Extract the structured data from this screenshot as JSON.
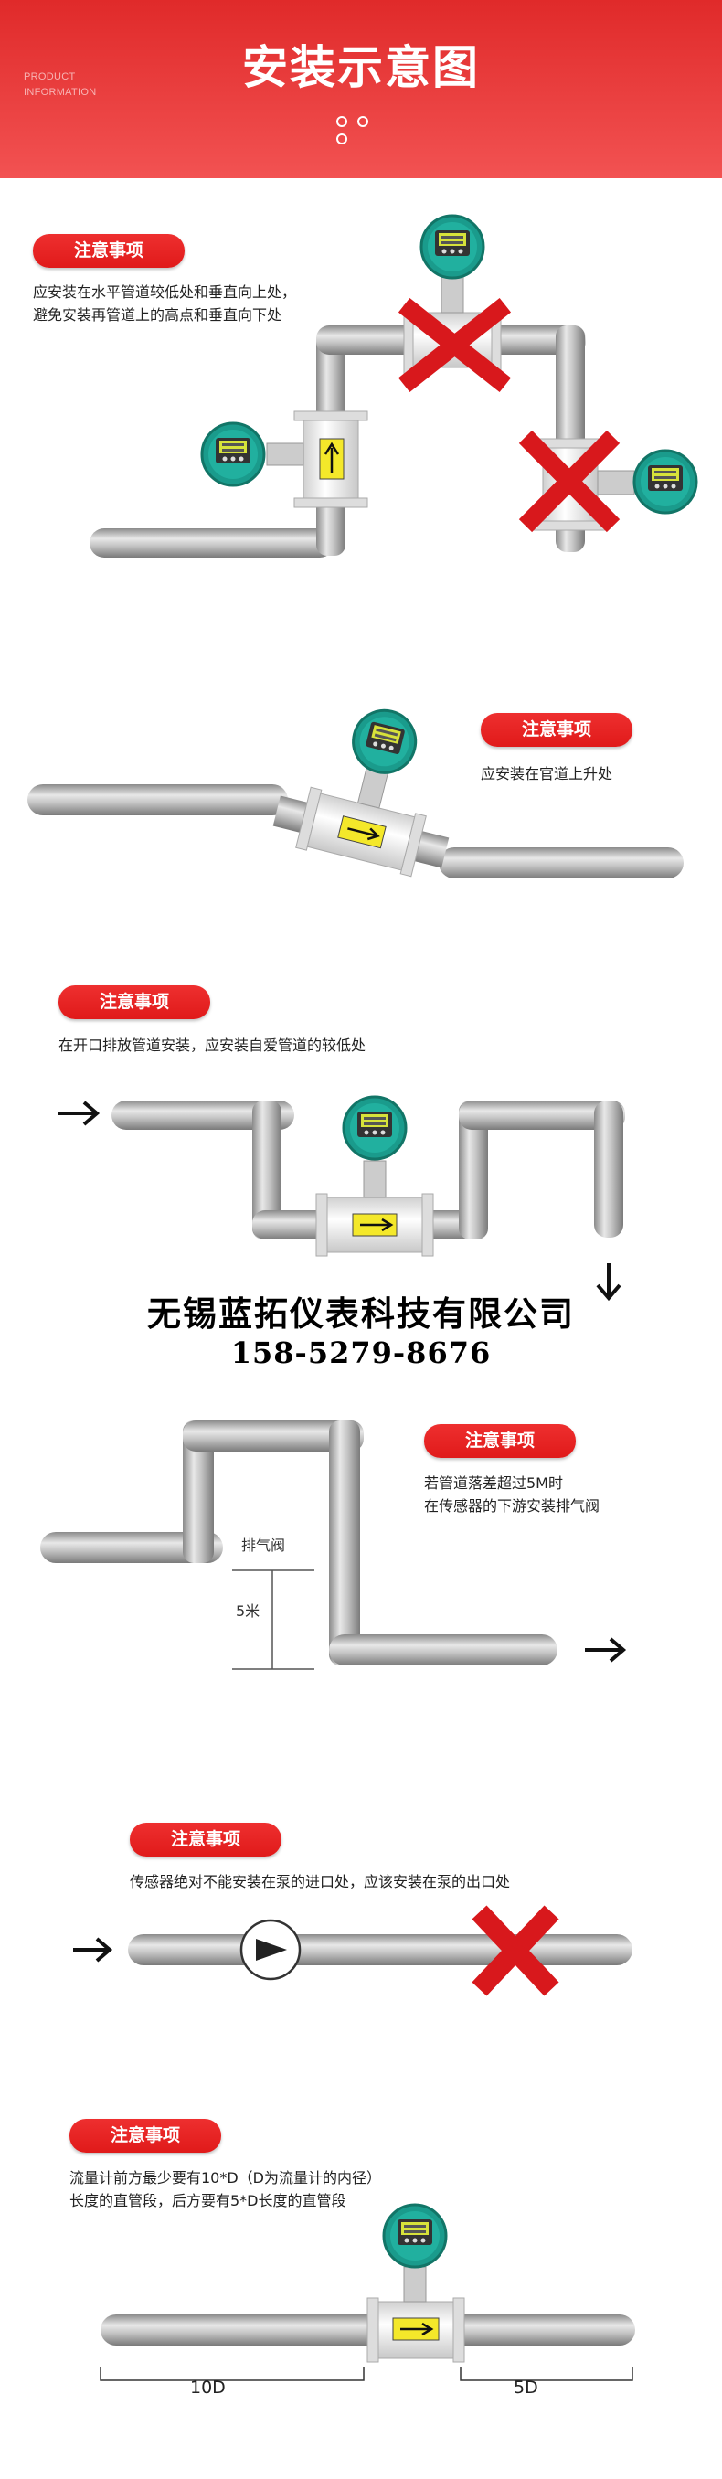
{
  "header": {
    "small_line1": "PRODUCT",
    "small_line2": "INFORMATION",
    "title": "安装示意图"
  },
  "sections": [
    {
      "pill": "注意事项",
      "lines": [
        "应安装在水平管道较低处和垂直向上处，",
        "避免安装再管道上的高点和垂直向下处"
      ]
    },
    {
      "pill": "注意事项",
      "lines": [
        "应安装在官道上升处"
      ]
    },
    {
      "pill": "注意事项",
      "lines": [
        "在开口排放管道安装，应安装自爱管道的较低处"
      ]
    },
    {
      "pill": "注意事项",
      "lines": [
        "若管道落差超过5M时",
        "在传感器的下游安装排气阀"
      ],
      "valve_label": "排气阀",
      "height_label": "5米"
    },
    {
      "pill": "注意事项",
      "lines": [
        "传感器绝对不能安装在泵的进口处，应该安装在泵的出口处"
      ]
    },
    {
      "pill": "注意事项",
      "lines": [
        "流量计前方最少要有10*D（D为流量计的内径）",
        "长度的直管段，后方要有5*D长度的直管段"
      ],
      "upstream_label": "10D",
      "downstream_label": "5D"
    }
  ],
  "company": {
    "name": "无锡蓝拓仪表科技有限公司",
    "phone": "158-5279-8676"
  },
  "colors": {
    "accent": "#e8242a",
    "pipe": "#b8b8b8",
    "meter_head": "#1a9b8c",
    "label": "#f4e82a"
  }
}
